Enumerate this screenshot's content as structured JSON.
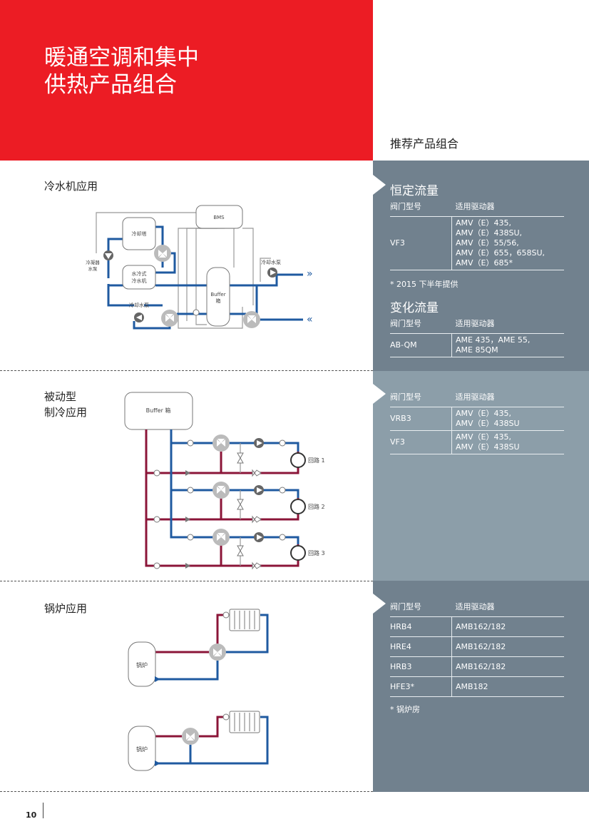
{
  "header": {
    "title_line1": "暖通空调和集中",
    "title_line2": "供热产品组合",
    "recommended_label": "推荐产品组合"
  },
  "colors": {
    "brand_red": "#ec1c24",
    "panel_dark": "#71818e",
    "panel_light": "#8c9ea9",
    "supply_blue": "#1f5aa0",
    "return_red": "#8b1538"
  },
  "sections": {
    "chiller": {
      "label": "冷水机应用",
      "diagram": {
        "bms": "BMS",
        "cooling_tower": "冷却塔",
        "condenser_pump_1": "冷凝器",
        "condenser_pump_2": "水泵",
        "chiller_1": "水冷式",
        "chiller_2": "冷水机",
        "buffer_1": "Buffer",
        "buffer_2": "箱",
        "cooling_pump_a": "冷却水泵",
        "cooling_pump_b": "冷却水泵",
        "arrow_out": "»",
        "arrow_in": "«"
      }
    },
    "passive": {
      "label_line1": "被动型",
      "label_line2": "制冷应用",
      "diagram": {
        "buffer": "Buffer 箱",
        "loop1": "回路 1",
        "loop2": "回路 2",
        "loop3": "回路 3"
      }
    },
    "boiler": {
      "label": "锅炉应用",
      "diagram": {
        "boiler_a": "锅炉",
        "boiler_b": "锅炉"
      }
    }
  },
  "panel_chiller": {
    "title_constant": "恒定流量",
    "col_valve": "阀门型号",
    "col_actuator": "适用驱动器",
    "rows_constant": [
      {
        "valve": "VF3",
        "actuators": [
          "AMV（E）435,",
          "AMV（E）438SU,",
          "AMV（E）55/56,",
          "AMV（E）655，658SU,",
          "AMV（E）685*"
        ]
      }
    ],
    "note_constant": "* 2015 下半年提供",
    "title_variable": "变化流量",
    "rows_variable": [
      {
        "valve": "AB-QM",
        "actuators": [
          "AME 435，AME 55,",
          "AME 85QM"
        ]
      }
    ]
  },
  "panel_passive": {
    "col_valve": "阀门型号",
    "col_actuator": "适用驱动器",
    "rows": [
      {
        "valve": "VRB3",
        "actuators": [
          "AMV（E）435,",
          "AMV（E）438SU"
        ]
      },
      {
        "valve": "VF3",
        "actuators": [
          "AMV（E）435,",
          "AMV（E）438SU"
        ]
      }
    ]
  },
  "panel_boiler": {
    "col_valve": "阀门型号",
    "col_actuator": "适用驱动器",
    "rows": [
      {
        "valve": "HRB4",
        "actuator": "AMB162/182"
      },
      {
        "valve": "HRE4",
        "actuator": "AMB162/182"
      },
      {
        "valve": "HRB3",
        "actuator": "AMB162/182"
      },
      {
        "valve": "HFE3*",
        "actuator": "AMB182"
      }
    ],
    "note": "* 锅炉房"
  },
  "footer": {
    "page_number": "10"
  }
}
